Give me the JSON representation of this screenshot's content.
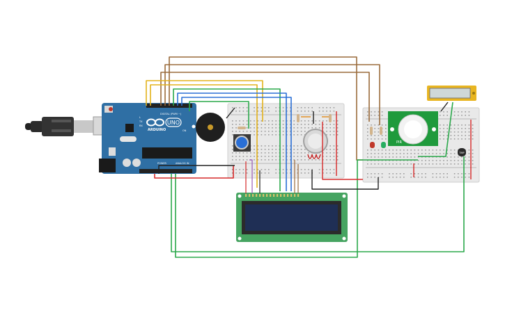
{
  "board": {
    "brand": "ARDUINO",
    "model": "UNO",
    "digital_label": "DIGITAL (PWM ~)",
    "power_label": "POWER",
    "analog_label": "ANALOG IN",
    "tx_label": "TX",
    "rx_label": "RX",
    "l_label": "L",
    "on_label": "ON"
  },
  "pir": {
    "label": "PIR"
  },
  "temp_sensor": {
    "label": "TMP"
  },
  "lcd": {
    "rows": 2,
    "cols": 16
  },
  "colors": {
    "board": "#2f6fa4",
    "breadboard": "#e9e9e9",
    "lcd_screen": "#1f2f55",
    "lcd_pcb": "#46a461",
    "pir_pcb": "#1f9a3c",
    "wire_brown": "#9a6a3a",
    "wire_yellow": "#e3b21a",
    "wire_green": "#2aa84a",
    "wire_blue": "#2a6fd6",
    "wire_red": "#d62828",
    "wire_black": "#222222"
  }
}
